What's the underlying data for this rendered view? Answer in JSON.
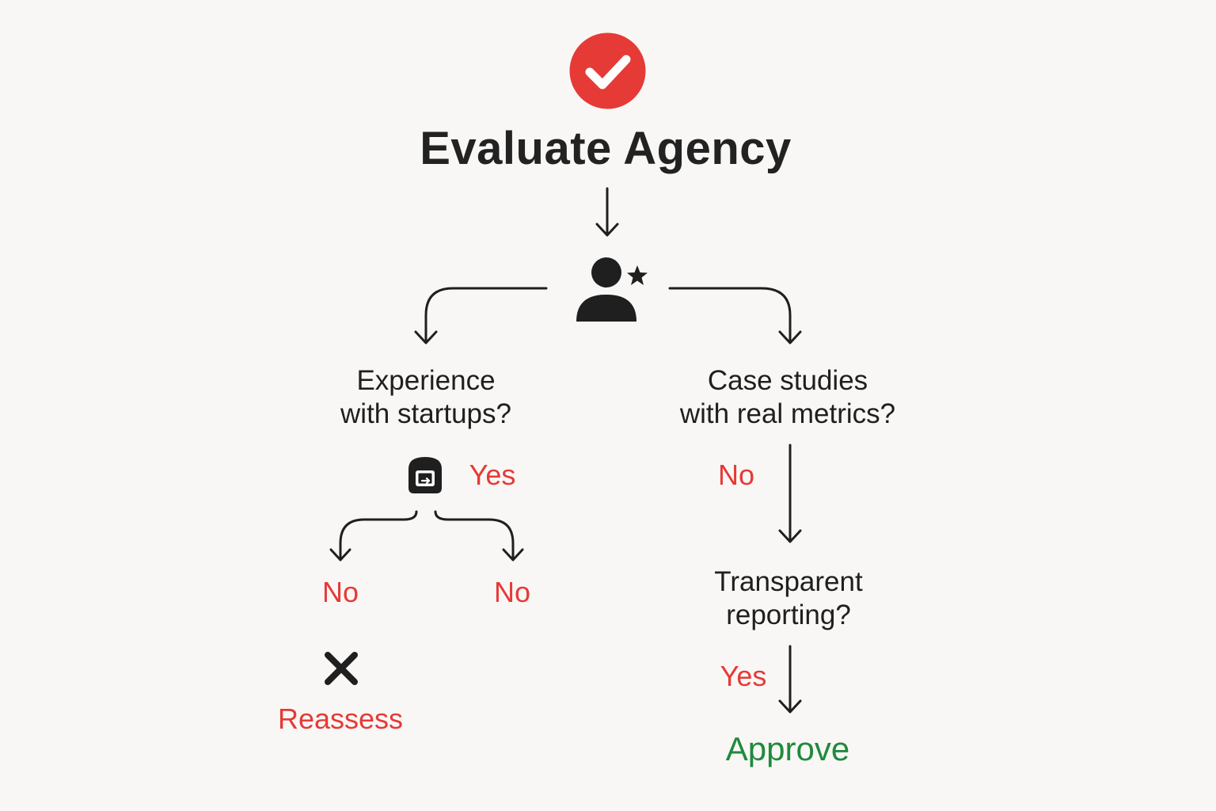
{
  "title": "Evaluate Agency",
  "colors": {
    "accent_red": "#e63a36",
    "approve_green": "#1f8a3c",
    "ink": "#1f1f1f",
    "background": "#f8f7f5"
  },
  "icons": {
    "top": "check-circle-icon",
    "center": "person-star-icon",
    "left_branch": "square-arrow-icon",
    "reject": "x-mark-icon"
  },
  "nodes": {
    "experience_question": [
      "Experience",
      "with startups?"
    ],
    "case_studies_question": [
      "Case studies",
      "with real metrics?"
    ],
    "transparent_question": [
      "Transparent",
      "reporting?"
    ]
  },
  "labels": {
    "left_yes": "Yes",
    "left_no_1": "No",
    "left_no_2": "No",
    "reassess": "Reassess",
    "right_no": "No",
    "right_yes": "Yes",
    "approve": "Approve"
  }
}
